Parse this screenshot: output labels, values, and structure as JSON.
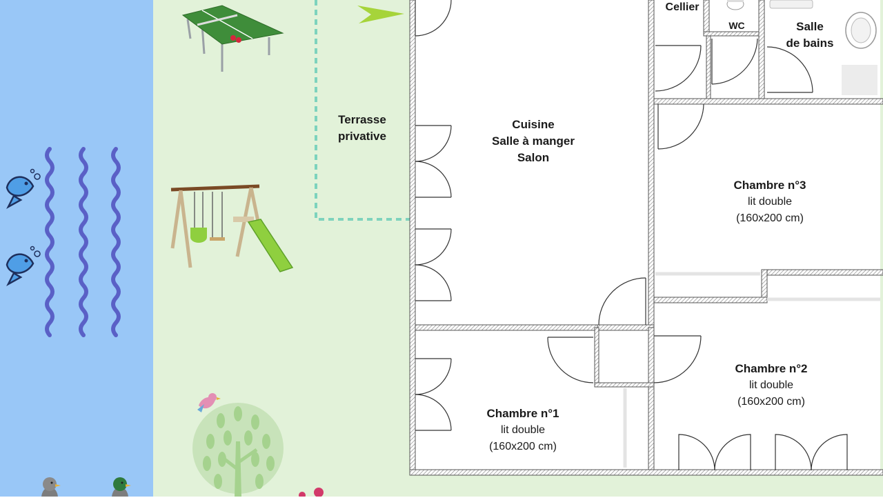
{
  "colors": {
    "river": "#99c7f7",
    "garden": "#e2f2d9",
    "wave": "#5a60c6",
    "terrace_border": "#7dd3bd",
    "wall": "#555555",
    "wall_hatch": "#999999",
    "arrow": "#a6d43a"
  },
  "river": {
    "wave_count": 3,
    "fish_count": 2,
    "duck_count": 2
  },
  "outdoor": {
    "items": [
      "ping-pong-table-icon",
      "swing-set-icon",
      "slide-icon",
      "tree-icon",
      "bird-icon",
      "duck-icon",
      "fish-icon",
      "flower-icon"
    ]
  },
  "rooms": {
    "terrace": {
      "line1": "Terrasse",
      "line2": "privative"
    },
    "living": {
      "line1": "Cuisine",
      "line2": "Salle à manger",
      "line3": "Salon"
    },
    "cellier": {
      "name": "Cellier"
    },
    "wc": {
      "name": "WC"
    },
    "bathroom": {
      "line1": "Salle",
      "line2": "de bains"
    },
    "bedroom3": {
      "name": "Chambre n°3",
      "bed": "lit double",
      "size": "(160x200 cm)"
    },
    "bedroom2": {
      "name": "Chambre n°2",
      "bed": "lit double",
      "size": "(160x200 cm)"
    },
    "bedroom1": {
      "name": "Chambre n°1",
      "bed": "lit double",
      "size": "(160x200 cm)"
    }
  }
}
